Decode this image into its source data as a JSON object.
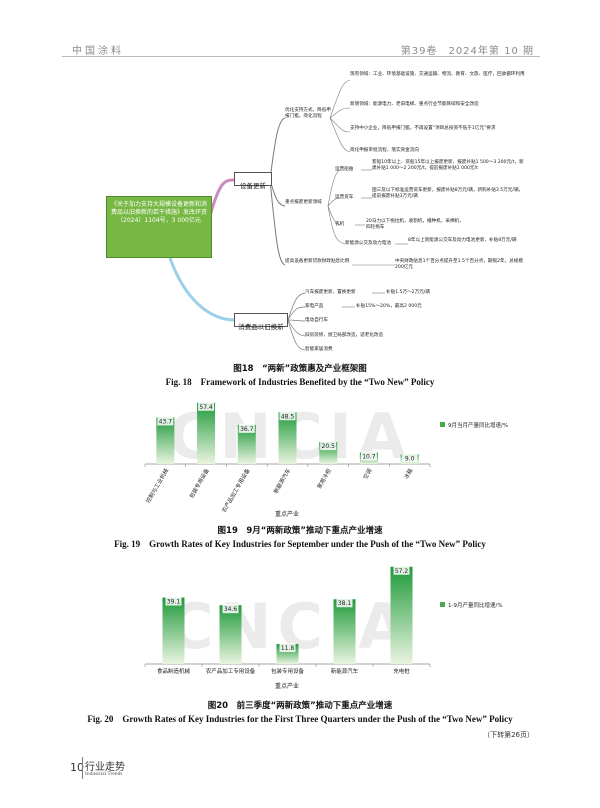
{
  "header": {
    "journal": "中国涂料",
    "issue": "第39卷　2024年第 10 期"
  },
  "mindmap": {
    "center": "《关于加力支持大规模设备更新和消费品以旧换新的若干措施》发改环资〔2024〕1104号，3 000亿元",
    "branches": {
      "equipment": {
        "label": "设备更新",
        "sub1": {
          "label": "优化支持方式，降低申报门槛，简化流程",
          "items": [
            "现有领域：工业、环境基础设施、交通运输、物流、教育、文旅、医疗，回收循环利用",
            "新增领域：能源电力、老旧电梯、重点行业节能降碳和安全改造",
            "支持中小企业，降低申报门槛，不再设置“项目总投资不低于1亿元”要求",
            "简化申报审批流程，落实资金流向"
          ]
        },
        "sub2": {
          "label": "重点报废更新领域",
          "groups": [
            {
              "label": "运营船舶",
              "text": "客船10年以上、货船15年以上报废更新，报废补贴1 500～3 200元/t，新建补贴1 000～2 200元/t，提前报废补贴1 000元/t"
            },
            {
              "label": "运营货车",
              "text": "国三及以下标准运营货车更新，报废补贴8万元/辆，新购补贴3.5万元/辆，提前报废补贴3万元/辆"
            },
            {
              "label": "农机",
              "text": "20马力以下拖拉机，收割机，播种机，采棉机，四轮拖车"
            },
            {
              "label": "新能源公交及动力电池",
              "text": "8年以上新能源公交车及动力电池更新，补贴8万元/辆"
            }
          ]
        },
        "sub3": {
          "label": "提高设备更新贷款财政贴息比例",
          "text": "中央财政贴息1个百分点提升至1.5个百分点，期限2年，总规模200亿元"
        }
      },
      "consumer": {
        "label": "消费品以旧换新",
        "items": [
          {
            "label": "汽车报废更新，置换更新",
            "text": "补贴1.5万～2万元/辆"
          },
          {
            "label": "家电产品",
            "text": "补贴15%～20%，最高2 000元"
          },
          {
            "label": "电动自行车",
            "text": ""
          },
          {
            "label": "旧房装修，厨卫局部改造，适老化改造",
            "text": ""
          },
          {
            "label": "智能家居消费",
            "text": ""
          }
        ]
      }
    }
  },
  "fig18": {
    "cn": "图18　“两新”政策惠及产业框架图",
    "en": "Fig. 18　Framework of Industries Benefited by the “Two New” Policy"
  },
  "watermark": "CNCIA",
  "charts": [
    {
      "id": "fig19",
      "caption_cn": "图19　9月“两新政策”推动下重点产业增速",
      "caption_en": "Fig. 19　Growth Rates of Key Industries for September under the Push of the “Two New” Policy",
      "chart_data": {
        "type": "bar",
        "categories": [
          "控制与工业机械",
          "包装专用设备",
          "农产品加工专用设备",
          "新能源汽车",
          "家用冷柜",
          "空调",
          "冰箱"
        ],
        "values": [
          43.7,
          57.4,
          36.7,
          48.5,
          20.5,
          10.7,
          9.0
        ],
        "value_labels": [
          "43.7",
          "57.4",
          "36.7",
          "48.5",
          "20.5",
          "10.7",
          "9.0"
        ],
        "series_name": "9月当月产量同比增速/%",
        "xlabel": "重点产业",
        "ylim": [
          0,
          60
        ],
        "legend": "right"
      }
    },
    {
      "id": "fig20",
      "caption_cn": "图20　前三季度“两新政策”推动下重点产业增速",
      "caption_en": "Fig. 20　Growth Rates of Key Industries for the First Three Quarters under the Push of the “Two New” Policy",
      "chart_data": {
        "type": "bar",
        "categories": [
          "食品制造机械",
          "农产品加工专用设备",
          "包装专用设备",
          "新能源汽车",
          "充电桩"
        ],
        "values": [
          39.1,
          34.6,
          11.8,
          38.1,
          57.2
        ],
        "value_labels": [
          "39.1",
          "34.6",
          "11.8",
          "38.1",
          "57.2"
        ],
        "series_name": "1-9月产量同比增速/%",
        "xlabel": "重点产业",
        "ylim": [
          0,
          60
        ],
        "legend": "right"
      }
    }
  ],
  "continuation": "（下转第26页）",
  "footer": {
    "page": "10",
    "title": "行业走势",
    "subtitle": "Industrial Trends"
  }
}
